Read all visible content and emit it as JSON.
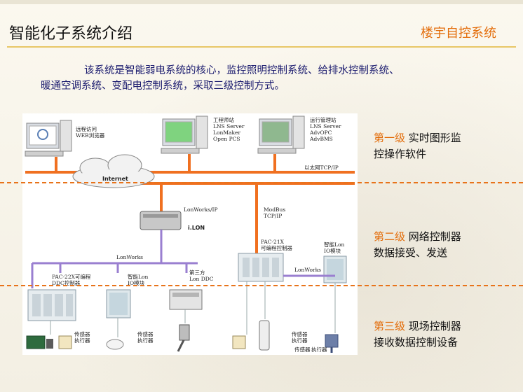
{
  "slide": {
    "title": "智能化子系统介绍",
    "section": "楼宇自控系统",
    "intro_line1": "该系统是智能弱电系统的核心，监控照明控制系统、给排水控制系统、",
    "intro_line2": "暖通空调系统、变配电控制系统，采取三级控制方式。"
  },
  "levels": [
    {
      "tag": "第一级",
      "line1": "实时图形监",
      "line2": "控操作软件"
    },
    {
      "tag": "第二级",
      "line1": "网络控制器",
      "line2": "数据接受、发送"
    },
    {
      "tag": "第三级",
      "line1": "现场控制器",
      "line2": "接收数据控制设备"
    }
  ],
  "diagram": {
    "ws1": [
      "远程访问",
      "WEB浏览器"
    ],
    "ws2": [
      "工程师站",
      "LNS Server",
      "LonMaker",
      "Open PCS"
    ],
    "ws3": [
      "运行管理站",
      "LNS Server",
      "AdvOPC",
      "AdvBMS"
    ],
    "internet": "Internet",
    "ethernet": "以太网TCP/IP",
    "lonworks_ip": "LonWorks/IP",
    "ilon": "i.LON",
    "modbus": [
      "ModBus",
      "TCP/IP"
    ],
    "pac21x": [
      "PAC-21X",
      "可编程控制器"
    ],
    "lon_io_right": [
      "智能Lon",
      "IO模块"
    ],
    "lonworks_left": "LonWorks",
    "lonworks_right": "LonWorks",
    "pac22x": [
      "PAC-22X可编程",
      "DDC控制器"
    ],
    "lon_io_left": [
      "智能Lon",
      "IO模块"
    ],
    "third_party": [
      "第三方",
      "Lon DDC"
    ],
    "sensor_labels": [
      [
        "传感器",
        "执行器"
      ],
      [
        "传感器",
        "执行器"
      ],
      [
        "传感器",
        "执行器"
      ],
      [
        "传感器",
        "执行器"
      ]
    ]
  },
  "colors": {
    "accent": "#e36c09",
    "ethernet_line": "#f07020",
    "lon_line": "#9a7fd0",
    "intro_text": "#1a1a6e"
  }
}
